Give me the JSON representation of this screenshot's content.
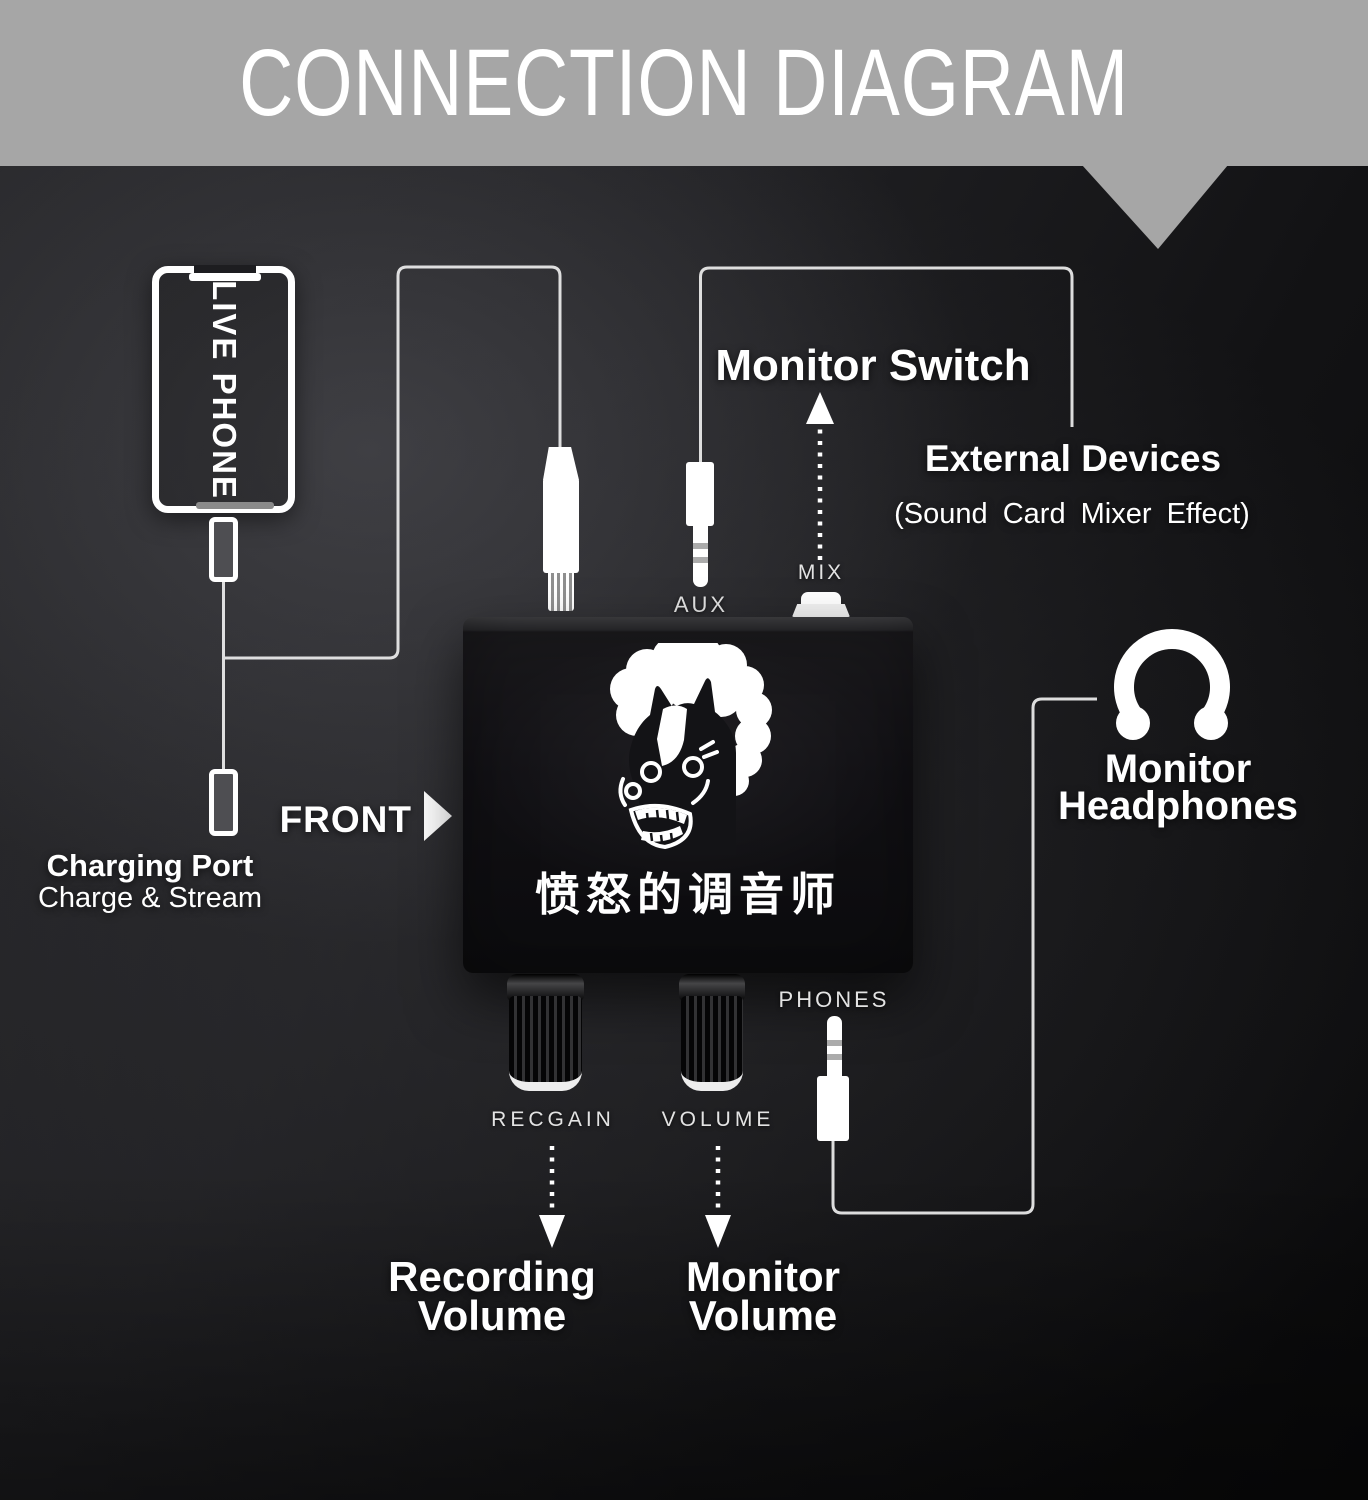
{
  "banner": {
    "title": "CONNECTION DIAGRAM",
    "bg_color": "#a6a6a6",
    "text_color": "#ffffff"
  },
  "phone": {
    "label": "LIVE PHONE"
  },
  "charging_port": {
    "title": "Charging Port",
    "subtitle": "Charge & Stream"
  },
  "front_label": "FRONT",
  "device": {
    "brand": "愤怒的调音师",
    "port_aux": "AUX",
    "port_mix": "MIX",
    "port_phones": "PHONES",
    "knob_recgain": "RECGAIN",
    "knob_volume": "VOLUME"
  },
  "callouts": {
    "monitor_switch": "Monitor Switch",
    "external_devices_title": "External Devices",
    "external_devices_sub": "(Sound Card Mixer Effect)",
    "monitor_headphones_line1": "Monitor",
    "monitor_headphones_line2": "Headphones",
    "recording_volume_line1": "Recording",
    "recording_volume_line2": "Volume",
    "monitor_volume_line1": "Monitor",
    "monitor_volume_line2": "Volume"
  },
  "icons": {
    "horse_logo": "horse-head-with-afro",
    "headphones": "headphones-arc-with-earpads",
    "front_arrow": "white-right-triangle",
    "monitor_switch_arrow": "dotted-up-arrow",
    "recgain_arrow": "dotted-down-arrow",
    "volume_arrow": "dotted-down-arrow",
    "phone_outline": "smartphone-outline",
    "aux_plug": "3.5mm-jack",
    "phones_plug": "3.5mm-jack"
  },
  "colors": {
    "background_dark": "#0c0c0e",
    "background_light": "#303034",
    "banner_gray": "#a6a6a6",
    "line_white": "#e8e8e8",
    "device_body": "#131316",
    "text_white": "#ffffff"
  }
}
